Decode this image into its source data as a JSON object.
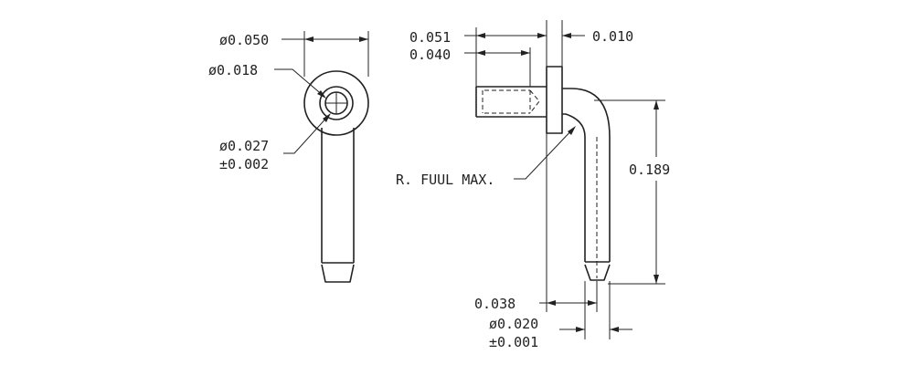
{
  "drawing": {
    "line_color": "#222222",
    "background": "#ffffff",
    "end_view": {
      "dim_outer_diameter": "ø0.050",
      "dim_hole_diameter": "ø0.018",
      "dim_pin_diameter": "ø0.027",
      "dim_pin_tolerance": "±0.002"
    },
    "side_view": {
      "dim_head_overall": "0.051",
      "dim_head_inner": "0.040",
      "dim_flange_thickness": "0.010",
      "bend_radius_note": "R. FUUL MAX.",
      "dim_leg_height": "0.189",
      "dim_leg_offset": "0.038",
      "dim_tip_diameter": "ø0.020",
      "dim_tip_tolerance": "±0.001"
    }
  }
}
